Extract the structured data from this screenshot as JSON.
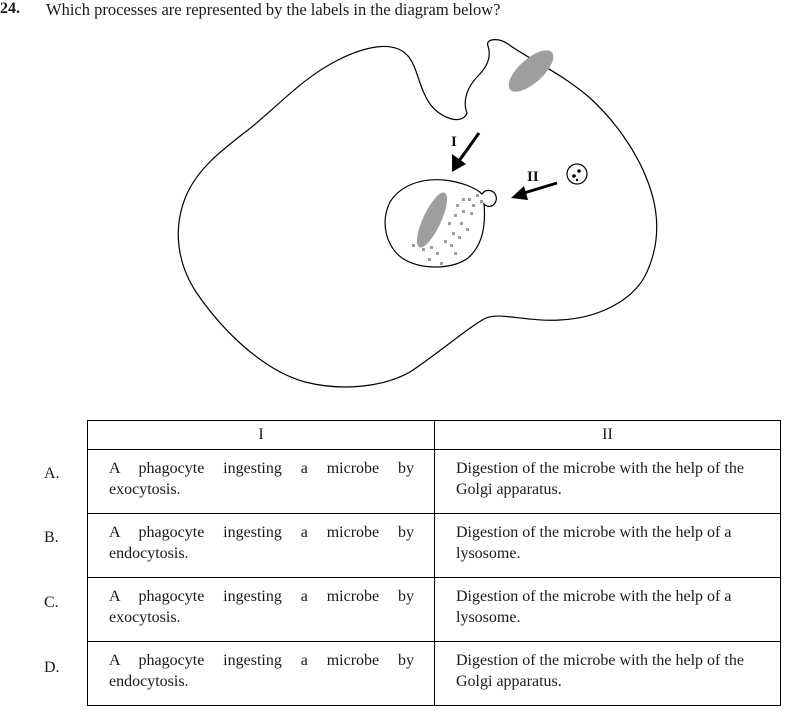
{
  "question": {
    "number": "24.",
    "text": "Which processes are represented by the labels in the diagram below?"
  },
  "diagram": {
    "label_one": "I",
    "label_two": "II"
  },
  "table": {
    "headers": [
      "I",
      "II"
    ],
    "rows": [
      {
        "letter": "A.",
        "col1": "A phagocyte ingesting a microbe by exocytosis.",
        "col2": "Digestion of the microbe with the help of the Golgi apparatus."
      },
      {
        "letter": "B.",
        "col1": "A phagocyte ingesting a microbe by endocytosis.",
        "col2": "Digestion of the microbe with the help of a lysosome."
      },
      {
        "letter": "C.",
        "col1": "A phagocyte ingesting a microbe by exocytosis.",
        "col2": "Digestion of the microbe with the help of a lysosome."
      },
      {
        "letter": "D.",
        "col1": "A phagocyte ingesting a microbe by endocytosis.",
        "col2": "Digestion of the microbe with the help of the Golgi apparatus."
      }
    ]
  }
}
